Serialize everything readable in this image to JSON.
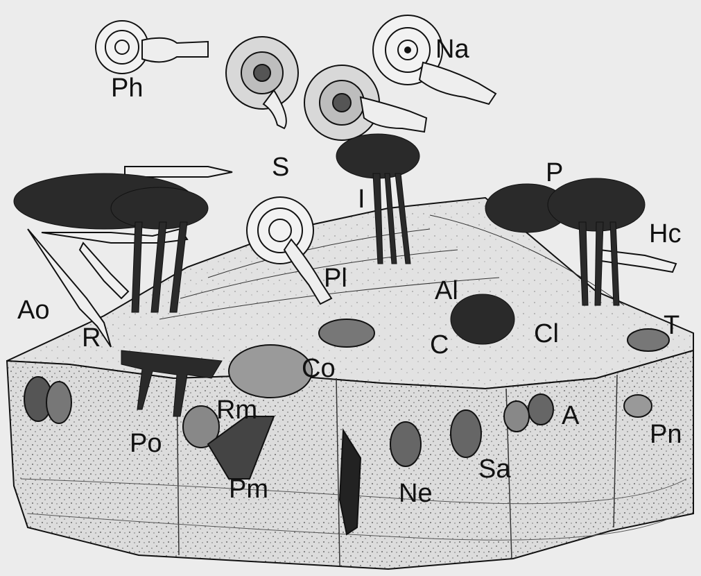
{
  "labels": {
    "Ph": "Ph",
    "Na": "Na",
    "S": "S",
    "I": "I",
    "P": "P",
    "Hc": "Hc",
    "Pl": "Pl",
    "Al": "Al",
    "Ao": "Ao",
    "R": "R",
    "Co": "Co",
    "C": "C",
    "Cl": "Cl",
    "T": "T",
    "Rm": "Rm",
    "A": "A",
    "Pn": "Pn",
    "Po": "Po",
    "Pm": "Pm",
    "Ne": "Ne",
    "Sa": "Sa"
  },
  "colors": {
    "background": "#ececec",
    "ink": "#111111",
    "sediment": "#d9d9d9"
  }
}
